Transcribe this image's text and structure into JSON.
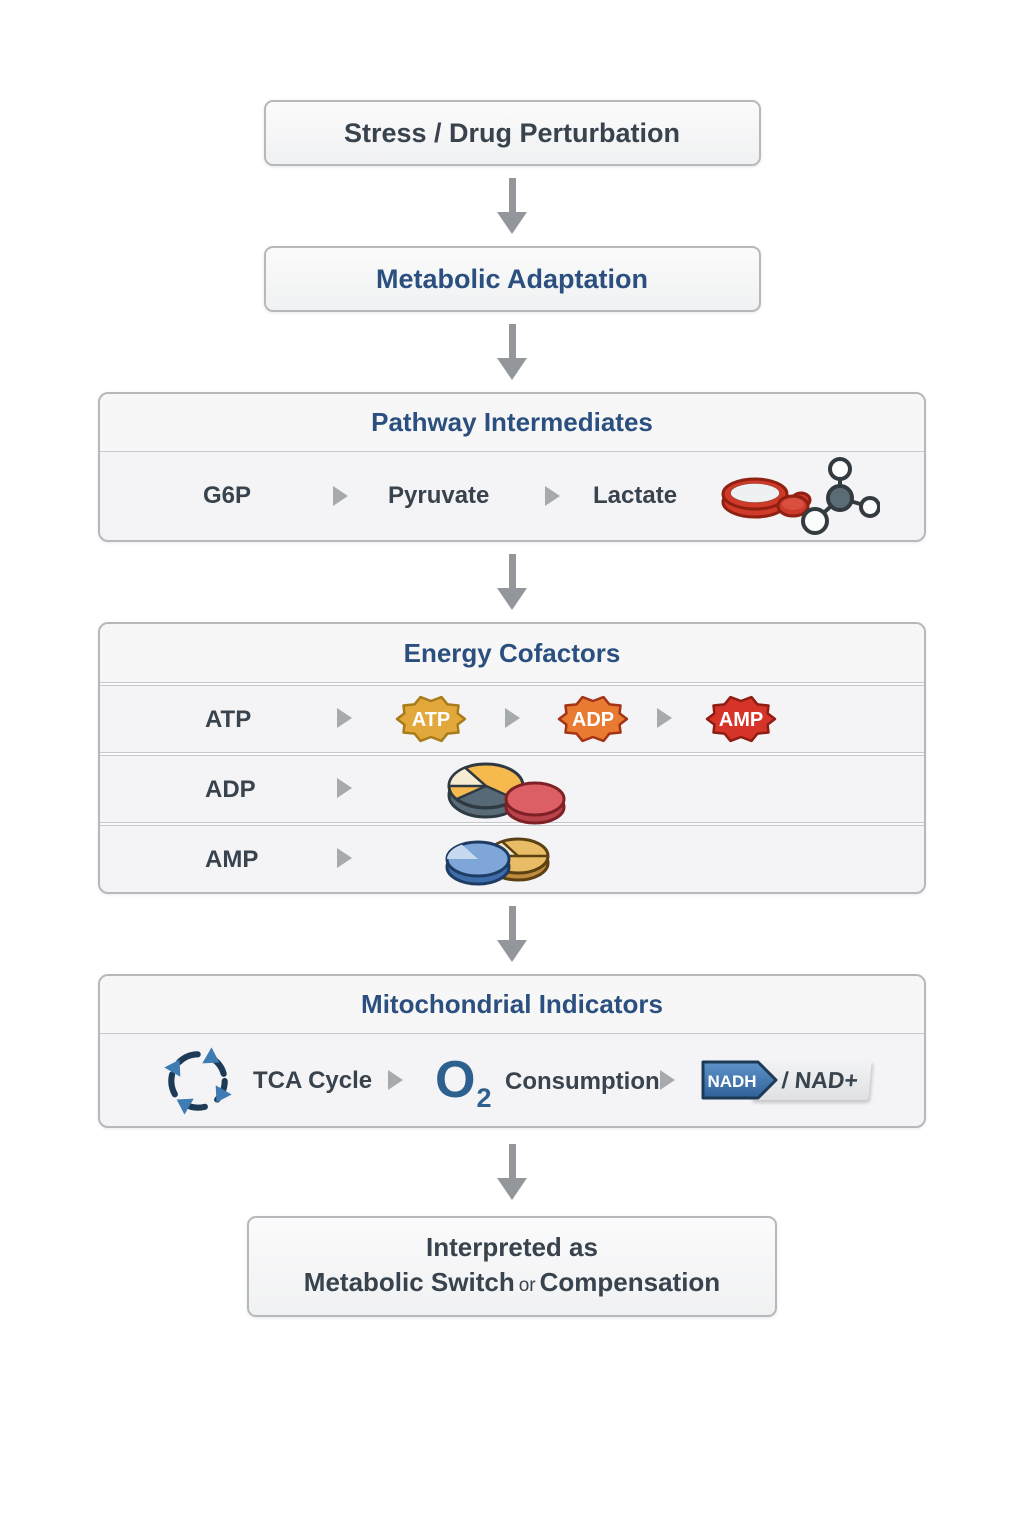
{
  "diagram": {
    "boxes": {
      "stress": {
        "label": "Stress / Drug Perturbation"
      },
      "adaptation": {
        "label": "Metabolic Adaptation"
      },
      "conclusion": {
        "line1": "Interpreted as",
        "strong1": "Metabolic Switch",
        "connector": "or",
        "strong2": "Compensation"
      }
    },
    "pathway": {
      "title": "Pathway Intermediates",
      "steps": [
        "G6P",
        "Pyruvate",
        "Lactate"
      ]
    },
    "energy": {
      "title": "Energy Cofactors",
      "rows": [
        {
          "label": "ATP",
          "badges": [
            {
              "text": "ATP",
              "fill": "#e2a83c",
              "stroke": "#a87b1b"
            },
            {
              "text": "ADP",
              "fill": "#e87a31",
              "stroke": "#a33417"
            },
            {
              "text": "AMP",
              "fill": "#d63429",
              "stroke": "#8f1d12"
            }
          ]
        },
        {
          "label": "ADP"
        },
        {
          "label": "AMP"
        }
      ]
    },
    "mito": {
      "title": "Mitochondrial Indicators",
      "tca_label": "TCA Cycle",
      "o2_symbol": "O",
      "o2_sub": "2",
      "o2_label": "Consumption",
      "nadh_badge": "NADH",
      "nad_label": "/ NAD+"
    },
    "colors": {
      "heading_blue": "#2b507f",
      "text_dark": "#39434d",
      "arrow_gray": "#93979b",
      "nadh_blue": "#3d7ab8",
      "atp_gold": "#e2a83c",
      "adp_orange": "#e87a31",
      "amp_red": "#d63429"
    },
    "icons": {
      "arrow-down-icon": "gray downward flow arrow",
      "chevron-right-icon": "gray right chevron",
      "tca-cycle-icon": "dashed circular arrows",
      "red-dish-icon": "red dish with red pill",
      "molecule-icon": "ball-and-stick molecule",
      "pie-disc-icon": "3D pie chart disc",
      "red-pill-icon": "red tablet",
      "blue-pill-icon": "blue tablet",
      "tan-pie-icon": "tan pie disc"
    }
  }
}
